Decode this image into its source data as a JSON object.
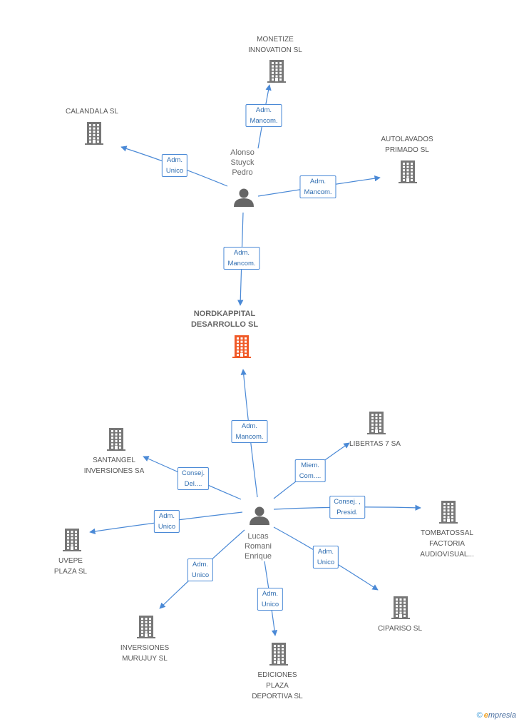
{
  "colors": {
    "edge": "#4a89d6",
    "building": "#777777",
    "building_main": "#f05a28",
    "person": "#666666"
  },
  "nodes": {
    "main": {
      "lines": [
        "NORDKAPPITAL",
        "DESARROLLO SL"
      ],
      "icon": "building-icon",
      "highlight": true
    },
    "alonso": {
      "lines": [
        "Alonso",
        "Stuyck",
        "Pedro"
      ],
      "icon": "person-icon"
    },
    "lucas": {
      "lines": [
        "Lucas",
        "Romani",
        "Enrique"
      ],
      "icon": "person-icon"
    },
    "monetize": {
      "lines": [
        "MONETIZE",
        "INNOVATION  SL"
      ],
      "icon": "building-icon"
    },
    "calandala": {
      "lines": [
        "CALANDALA SL"
      ],
      "icon": "building-icon"
    },
    "autolavados": {
      "lines": [
        "AUTOLAVADOS",
        "PRIMADO  SL"
      ],
      "icon": "building-icon"
    },
    "santangel": {
      "lines": [
        "SANTANGEL",
        "INVERSIONES SA"
      ],
      "icon": "building-icon"
    },
    "libertas": {
      "lines": [
        "LIBERTAS 7 SA"
      ],
      "icon": "building-icon"
    },
    "uvepe": {
      "lines": [
        "UVEPE",
        "PLAZA  SL"
      ],
      "icon": "building-icon"
    },
    "tombatossal": {
      "lines": [
        "TOMBATOSSAL",
        "FACTORIA",
        "AUDIOVISUAL..."
      ],
      "icon": "building-icon"
    },
    "murujuy": {
      "lines": [
        "INVERSIONES",
        "MURUJUY SL"
      ],
      "icon": "building-icon"
    },
    "ediciones": {
      "lines": [
        "EDICIONES",
        "PLAZA",
        "DEPORTIVA  SL"
      ],
      "icon": "building-icon"
    },
    "cipariso": {
      "lines": [
        "CIPARISO SL"
      ],
      "icon": "building-icon"
    }
  },
  "edges": [
    {
      "from": "alonso",
      "to": "monetize",
      "label": [
        "Adm.",
        "Mancom."
      ]
    },
    {
      "from": "alonso",
      "to": "calandala",
      "label": [
        "Adm.",
        "Unico"
      ]
    },
    {
      "from": "alonso",
      "to": "autolavados",
      "label": [
        "Adm.",
        "Mancom."
      ]
    },
    {
      "from": "alonso",
      "to": "main",
      "label": [
        "Adm.",
        "Mancom."
      ]
    },
    {
      "from": "lucas",
      "to": "main",
      "label": [
        "Adm.",
        "Mancom."
      ]
    },
    {
      "from": "lucas",
      "to": "santangel",
      "label": [
        "Consej.",
        "Del...."
      ]
    },
    {
      "from": "lucas",
      "to": "libertas",
      "label": [
        "Miem.",
        "Com...."
      ]
    },
    {
      "from": "lucas",
      "to": "tombatossal",
      "label": [
        "Consej. ,",
        "Presid."
      ]
    },
    {
      "from": "lucas",
      "to": "uvepe",
      "label": [
        "Adm.",
        "Unico"
      ]
    },
    {
      "from": "lucas",
      "to": "murujuy",
      "label": [
        "Adm.",
        "Unico"
      ]
    },
    {
      "from": "lucas",
      "to": "ediciones",
      "label": [
        "Adm.",
        "Unico"
      ]
    },
    {
      "from": "lucas",
      "to": "cipariso",
      "label": [
        "Adm.",
        "Unico"
      ]
    }
  ],
  "footer": {
    "copyright": "©",
    "brand_first": "e",
    "brand_rest": "mpresia"
  }
}
